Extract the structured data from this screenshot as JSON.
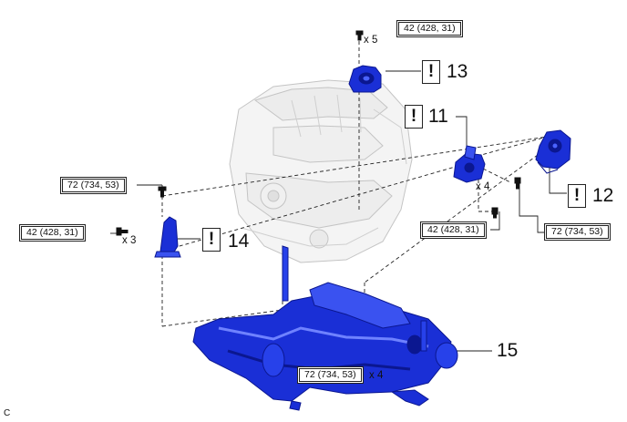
{
  "torques": {
    "t_top": "42 (428, 31)",
    "t_left_upper": "72 (734, 53)",
    "t_left_lower": "42 (428, 31)",
    "t_center": "42 (428, 31)",
    "t_right": "72 (734, 53)",
    "t_bottom": "72 (734, 53)"
  },
  "quantities": {
    "q_top": "x 5",
    "q_left": "x 3",
    "q_center": "x 4",
    "q_bottom": "x 4"
  },
  "callouts": {
    "c13": "13",
    "c11": "11",
    "c12": "12",
    "c14": "14",
    "c15": "15"
  },
  "caution_symbol": "!",
  "corner_code": "C",
  "colors": {
    "part_blue": "#1a2fd6",
    "part_dark": "#0b1790",
    "engine_gray": "#c8c8c8",
    "line": "#222222"
  }
}
